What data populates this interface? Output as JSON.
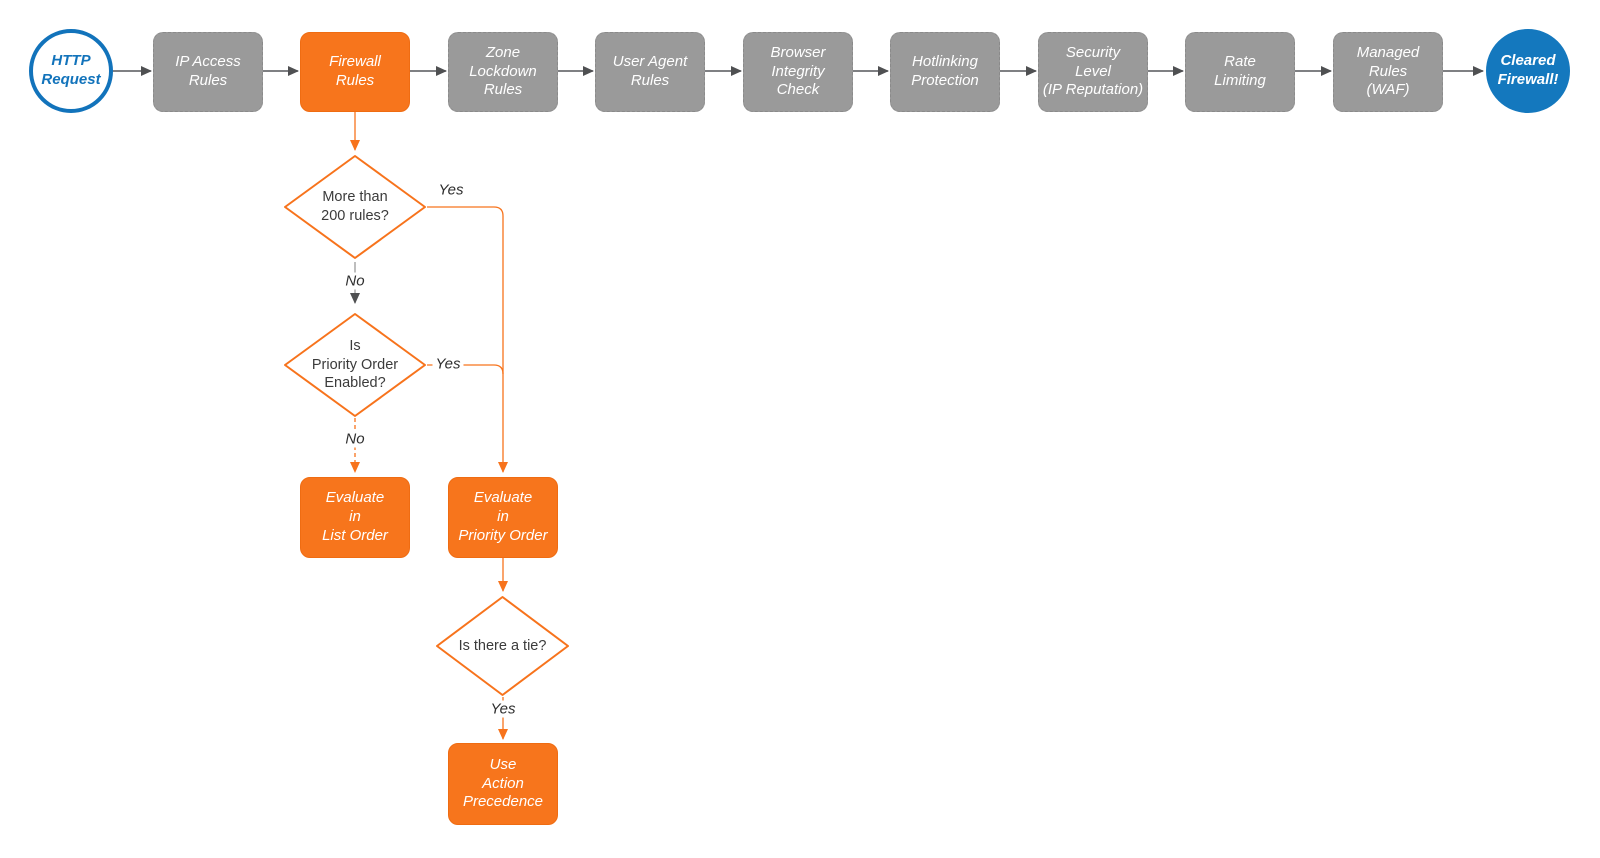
{
  "colors": {
    "accent_orange": "#F7751C",
    "stage_gray": "#9A9A9A",
    "brand_blue": "#1478BE",
    "connector_gray": "#55565A"
  },
  "pipeline": {
    "start_label": "HTTP\nRequest",
    "end_label": "Cleared\nFirewall!",
    "stages": [
      {
        "label": "IP Access\nRules"
      },
      {
        "label": "Firewall\nRules"
      },
      {
        "label": "Zone\nLockdown\nRules"
      },
      {
        "label": "User Agent\nRules"
      },
      {
        "label": "Browser\nIntegrity\nCheck"
      },
      {
        "label": "Hotlinking\nProtection"
      },
      {
        "label": "Security\nLevel\n(IP Reputation)"
      },
      {
        "label": "Rate\nLimiting"
      },
      {
        "label": "Managed\nRules\n(WAF)"
      }
    ]
  },
  "firewall_branch": {
    "decisions": {
      "more_than_200_rules": "More than\n200 rules?",
      "priority_order_enabled": "Is\nPriority Order\nEnabled?",
      "is_there_a_tie": "Is there a tie?"
    },
    "actions": {
      "evaluate_list_order": "Evaluate\nin\nList Order",
      "evaluate_priority_order": "Evaluate\nin\nPriority Order",
      "use_action_precedence": "Use\nAction\nPrecedence"
    },
    "edge_labels": {
      "more_rules_yes": "Yes",
      "more_rules_no": "No",
      "priority_yes": "Yes",
      "priority_no": "No",
      "tie_yes": "Yes"
    }
  }
}
